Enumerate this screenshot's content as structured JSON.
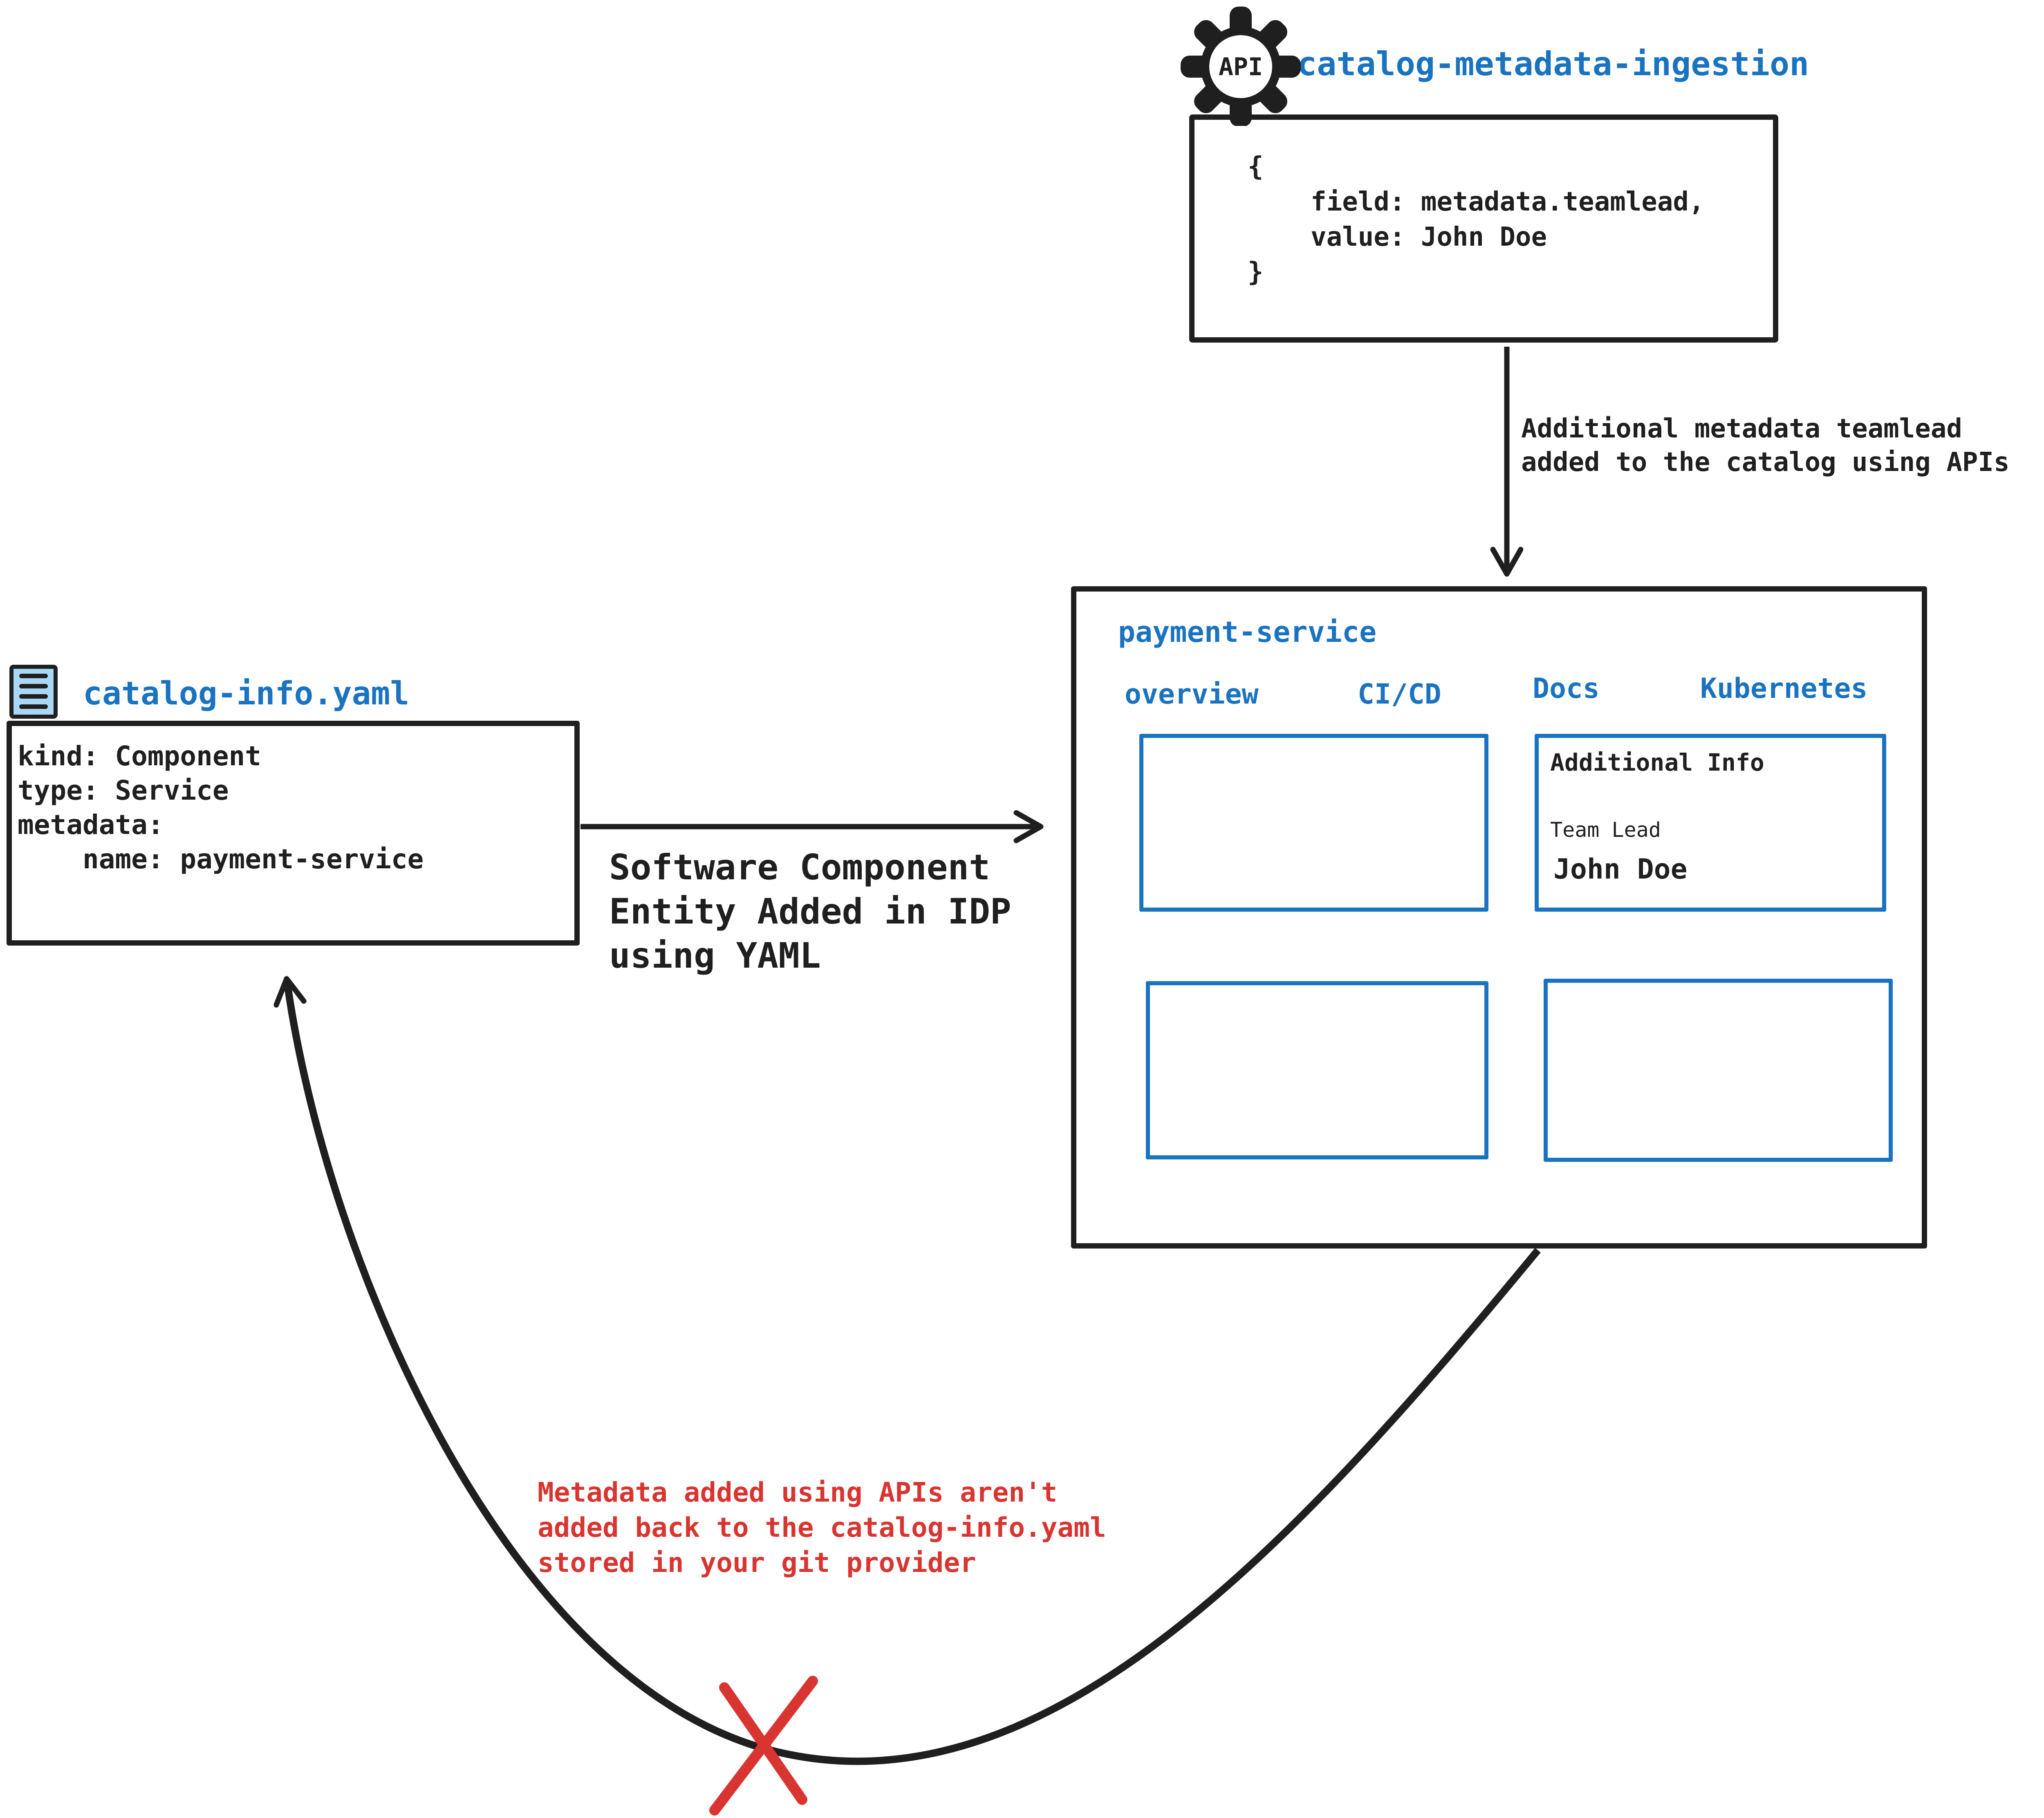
{
  "colors": {
    "accent_blue": "#1a73c0",
    "ink_black": "#1f1f1f",
    "warning_red": "#d93530",
    "doc_icon_fill": "#abd7f6"
  },
  "api_ingestion": {
    "icon": "api-gear-icon",
    "icon_label": "API",
    "title": "catalog-metadata-ingestion",
    "code": "{\n    field: metadata.teamlead,\n    value: John Doe\n}"
  },
  "api_arrow_label": "Additional metadata teamlead\nadded to the catalog using APIs",
  "yaml_file": {
    "icon": "document-icon",
    "title": "catalog-info.yaml",
    "code": "kind: Component\ntype: Service\nmetadata:\n    name: payment-service"
  },
  "yaml_arrow_label": "Software Component\nEntity Added in IDP\nusing YAML",
  "idp_portal": {
    "title": "payment-service",
    "tabs": [
      {
        "label": "overview"
      },
      {
        "label": "CI/CD"
      },
      {
        "label": "Docs"
      },
      {
        "label": "Kubernetes"
      }
    ],
    "docs_panel": {
      "heading": "Additional Info",
      "field_label": "Team Lead",
      "field_value": "John Doe"
    }
  },
  "feedback_note": "Metadata added using APIs aren't\nadded back to the catalog-info.yaml\nstored in your git provider"
}
